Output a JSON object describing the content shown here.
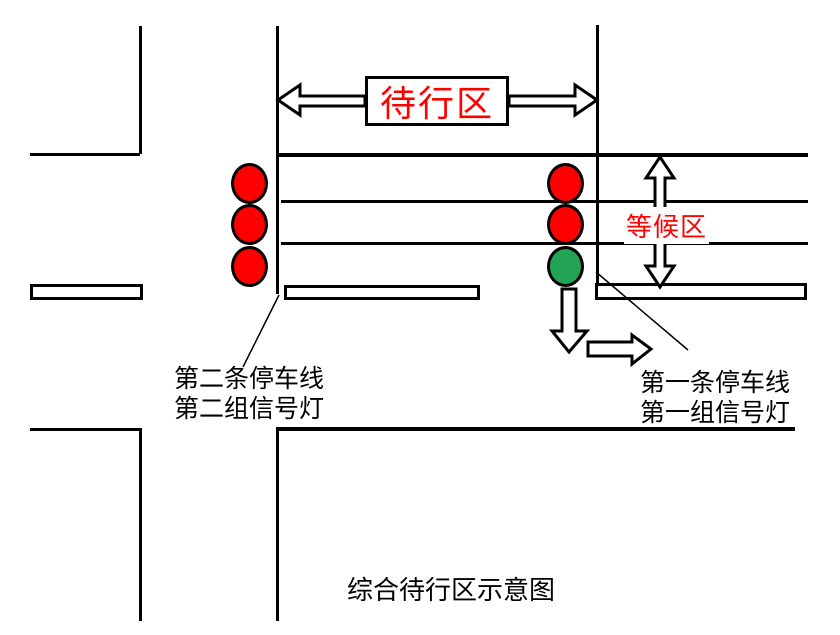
{
  "labels": {
    "waiting_go_zone": "待行区",
    "queue_zone": "等候区",
    "second_stop_line": "第二条停车线",
    "second_signal_group": "第二组信号灯",
    "first_stop_line": "第一条停车线",
    "first_signal_group": "第一组信号灯",
    "caption": "综合待行区示意图"
  },
  "colors": {
    "accent_red_text": "#FF0000",
    "lamp_red": "#FF0000",
    "lamp_green": "#23A455",
    "line_black": "#000000",
    "background": "#FFFFFF"
  },
  "signals": {
    "lamp_colors": {
      "red": "#FF0000",
      "green": "#23A455"
    },
    "left_group": {
      "lamps": [
        "red",
        "red",
        "red"
      ]
    },
    "right_group": {
      "lamps": [
        "red",
        "red",
        "green"
      ]
    }
  }
}
